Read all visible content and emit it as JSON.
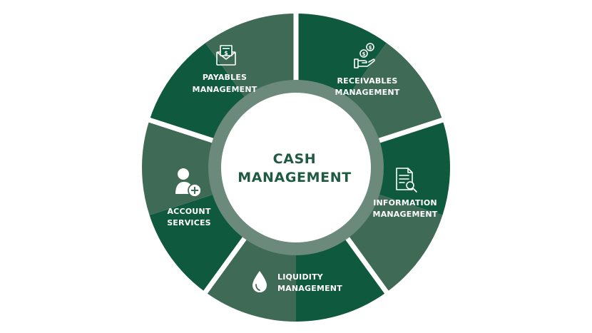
{
  "diagram": {
    "center": {
      "line1": "CASH",
      "line2": "MANAGEMENT"
    },
    "segments": [
      {
        "id": "payables",
        "line1": "PAYABLES",
        "line2": "MANAGEMENT",
        "icon": "envelope-dollar-icon"
      },
      {
        "id": "receivables",
        "line1": "RECEIVABLES",
        "line2": "MANAGEMENT",
        "icon": "hand-coins-icon"
      },
      {
        "id": "information",
        "line1": "INFORMATION",
        "line2": "MANAGEMENT",
        "icon": "document-search-icon"
      },
      {
        "id": "liquidity",
        "line1": "LIQUIDITY",
        "line2": "MANAGEMENT",
        "icon": "droplet-icon"
      },
      {
        "id": "account",
        "line1": "ACCOUNT",
        "line2": "SERVICES",
        "icon": "user-add-icon"
      }
    ],
    "colors": {
      "dark_green": "#0f5a3e",
      "mid_green": "#3f6b56",
      "ring": "#6b8a7b",
      "center_fill": "#ffffff",
      "center_text": "#1f5a43",
      "separator": "#ffffff"
    }
  }
}
